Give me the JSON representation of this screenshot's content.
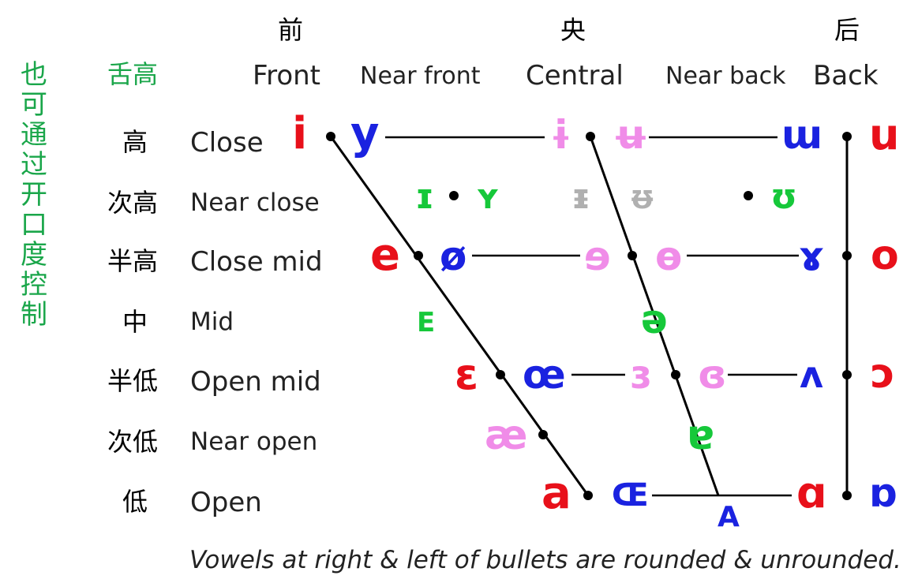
{
  "header": {
    "columns_zh": {
      "front": "前",
      "central": "央",
      "back": "后"
    },
    "columns_en": {
      "front": "Front",
      "near_front": "Near front",
      "central": "Central",
      "near_back": "Near back",
      "back": "Back"
    },
    "row_header_zh": "舌高"
  },
  "side_note": "也可通过开口度控制",
  "rows": [
    {
      "zh": "高",
      "en": "Close"
    },
    {
      "zh": "次高",
      "en": "Near close"
    },
    {
      "zh": "半高",
      "en": "Close mid"
    },
    {
      "zh": "中",
      "en": "Mid"
    },
    {
      "zh": "半低",
      "en": "Open mid"
    },
    {
      "zh": "次低",
      "en": "Near open"
    },
    {
      "zh": "低",
      "en": "Open"
    }
  ],
  "colors": {
    "red": "#e8101a",
    "blue": "#1a22e0",
    "pink": "#f08ce8",
    "green": "#16c83a",
    "gray": "#b0b0b0",
    "label_green": "#1aa64a",
    "line": "#000000"
  },
  "vowels": [
    {
      "id": "i",
      "symbol": "i",
      "color": "red"
    },
    {
      "id": "y",
      "symbol": "y",
      "color": "blue"
    },
    {
      "id": "i-bar",
      "symbol": "ɨ",
      "color": "pink"
    },
    {
      "id": "u-bar",
      "symbol": "ʉ",
      "color": "pink"
    },
    {
      "id": "turned-m",
      "symbol": "ɯ",
      "color": "blue"
    },
    {
      "id": "u",
      "symbol": "u",
      "color": "red"
    },
    {
      "id": "small-cap-i",
      "symbol": "ɪ",
      "color": "green"
    },
    {
      "id": "small-cap-y",
      "symbol": "ʏ",
      "color": "green"
    },
    {
      "id": "barred-small-i",
      "symbol": "ᵻ",
      "color": "gray"
    },
    {
      "id": "barred-upsilon",
      "symbol": "ᵿ",
      "color": "gray"
    },
    {
      "id": "upsilon",
      "symbol": "ʊ",
      "color": "green"
    },
    {
      "id": "e",
      "symbol": "e",
      "color": "red"
    },
    {
      "id": "o-slash",
      "symbol": "ø",
      "color": "blue"
    },
    {
      "id": "reversed-e",
      "symbol": "ɘ",
      "color": "pink"
    },
    {
      "id": "barred-o",
      "symbol": "ɵ",
      "color": "pink"
    },
    {
      "id": "ram-horn",
      "symbol": "ɤ",
      "color": "blue"
    },
    {
      "id": "o",
      "symbol": "o",
      "color": "red"
    },
    {
      "id": "mid-e",
      "symbol": "E",
      "color": "green"
    },
    {
      "id": "schwa",
      "symbol": "ə",
      "color": "green"
    },
    {
      "id": "epsilon",
      "symbol": "ɛ",
      "color": "red"
    },
    {
      "id": "oe",
      "symbol": "œ",
      "color": "blue"
    },
    {
      "id": "rev-epsilon",
      "symbol": "ɜ",
      "color": "pink"
    },
    {
      "id": "closed-rev-epsilon",
      "symbol": "ɞ",
      "color": "pink"
    },
    {
      "id": "turned-v",
      "symbol": "ʌ",
      "color": "blue"
    },
    {
      "id": "open-o",
      "symbol": "ɔ",
      "color": "red"
    },
    {
      "id": "ash",
      "symbol": "æ",
      "color": "pink"
    },
    {
      "id": "turned-a",
      "symbol": "ɐ",
      "color": "green"
    },
    {
      "id": "a",
      "symbol": "a",
      "color": "red"
    },
    {
      "id": "cap-oe",
      "symbol": "Œ",
      "color": "blue"
    },
    {
      "id": "cap-a",
      "symbol": "A",
      "color": "blue"
    },
    {
      "id": "script-a",
      "symbol": "ɑ",
      "color": "red"
    },
    {
      "id": "turned-script-a",
      "symbol": "ɒ",
      "color": "blue"
    }
  ],
  "footnote": "Vowels at right & left of bullets are rounded & unrounded."
}
